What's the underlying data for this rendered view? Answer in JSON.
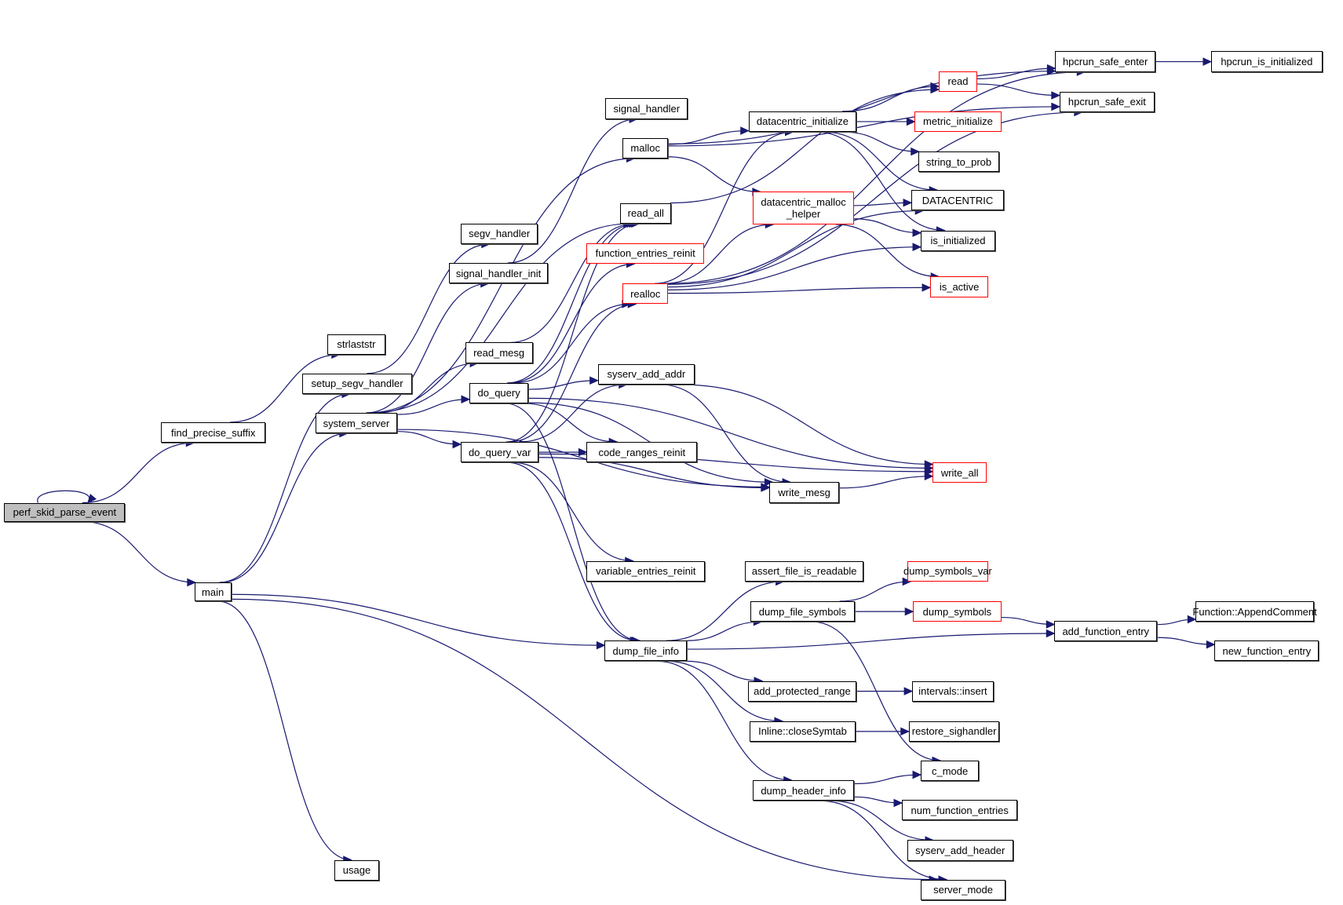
{
  "diagram": {
    "type": "call-graph",
    "root": "perf_skid_parse_event",
    "colors": {
      "edge": "#191970",
      "node_border": "#000000",
      "truncated_border": "#ff0000",
      "root_fill": "#bfbfbf"
    },
    "nodes": [
      {
        "id": "perf_skid_parse_event",
        "label": "perf_skid_parse_event",
        "style": "root"
      },
      {
        "id": "find_precise_suffix",
        "label": "find_precise_suffix",
        "style": "normal"
      },
      {
        "id": "main",
        "label": "main",
        "style": "normal"
      },
      {
        "id": "strlaststr",
        "label": "strlaststr",
        "style": "normal"
      },
      {
        "id": "setup_segv_handler",
        "label": "setup_segv_handler",
        "style": "normal"
      },
      {
        "id": "system_server",
        "label": "system_server",
        "style": "normal"
      },
      {
        "id": "usage",
        "label": "usage",
        "style": "normal"
      },
      {
        "id": "segv_handler",
        "label": "segv_handler",
        "style": "normal"
      },
      {
        "id": "signal_handler_init",
        "label": "signal_handler_init",
        "style": "normal"
      },
      {
        "id": "read_mesg",
        "label": "read_mesg",
        "style": "normal"
      },
      {
        "id": "do_query",
        "label": "do_query",
        "style": "normal"
      },
      {
        "id": "do_query_var",
        "label": "do_query_var",
        "style": "normal"
      },
      {
        "id": "signal_handler",
        "label": "signal_handler",
        "style": "normal"
      },
      {
        "id": "malloc",
        "label": "malloc",
        "style": "normal"
      },
      {
        "id": "read_all",
        "label": "read_all",
        "style": "normal"
      },
      {
        "id": "function_entries_reinit",
        "label": "function_entries_reinit",
        "style": "truncated"
      },
      {
        "id": "realloc",
        "label": "realloc",
        "style": "truncated"
      },
      {
        "id": "syserv_add_addr",
        "label": "syserv_add_addr",
        "style": "normal"
      },
      {
        "id": "code_ranges_reinit",
        "label": "code_ranges_reinit",
        "style": "normal"
      },
      {
        "id": "variable_entries_reinit",
        "label": "variable_entries_reinit",
        "style": "normal"
      },
      {
        "id": "dump_file_info",
        "label": "dump_file_info",
        "style": "normal"
      },
      {
        "id": "datacentric_initialize",
        "label": "datacentric_initialize",
        "style": "normal"
      },
      {
        "id": "datacentric_malloc_helper",
        "label": "datacentric_malloc\n_helper",
        "style": "truncated"
      },
      {
        "id": "write_mesg",
        "label": "write_mesg",
        "style": "normal"
      },
      {
        "id": "assert_file_is_readable",
        "label": "assert_file_is_readable",
        "style": "normal"
      },
      {
        "id": "dump_file_symbols",
        "label": "dump_file_symbols",
        "style": "normal"
      },
      {
        "id": "add_protected_range",
        "label": "add_protected_range",
        "style": "normal"
      },
      {
        "id": "Inline::closeSymtab",
        "label": "Inline::closeSymtab",
        "style": "normal"
      },
      {
        "id": "dump_header_info",
        "label": "dump_header_info",
        "style": "normal"
      },
      {
        "id": "read",
        "label": "read",
        "style": "truncated"
      },
      {
        "id": "metric_initialize",
        "label": "metric_initialize",
        "style": "truncated"
      },
      {
        "id": "string_to_prob",
        "label": "string_to_prob",
        "style": "normal"
      },
      {
        "id": "DATACENTRIC",
        "label": "DATACENTRIC",
        "style": "normal"
      },
      {
        "id": "is_initialized",
        "label": "is_initialized",
        "style": "normal"
      },
      {
        "id": "is_active",
        "label": "is_active",
        "style": "truncated"
      },
      {
        "id": "write_all",
        "label": "write_all",
        "style": "truncated"
      },
      {
        "id": "dump_symbols_var",
        "label": "dump_symbols_var",
        "style": "truncated"
      },
      {
        "id": "dump_symbols",
        "label": "dump_symbols",
        "style": "truncated"
      },
      {
        "id": "intervals::insert",
        "label": "intervals::insert",
        "style": "normal"
      },
      {
        "id": "restore_sighandler",
        "label": "restore_sighandler",
        "style": "normal"
      },
      {
        "id": "c_mode",
        "label": "c_mode",
        "style": "normal"
      },
      {
        "id": "num_function_entries",
        "label": "num_function_entries",
        "style": "normal"
      },
      {
        "id": "syserv_add_header",
        "label": "syserv_add_header",
        "style": "normal"
      },
      {
        "id": "server_mode",
        "label": "server_mode",
        "style": "normal"
      },
      {
        "id": "hpcrun_safe_enter",
        "label": "hpcrun_safe_enter",
        "style": "normal"
      },
      {
        "id": "hpcrun_safe_exit",
        "label": "hpcrun_safe_exit",
        "style": "normal"
      },
      {
        "id": "hpcrun_is_initialized",
        "label": "hpcrun_is_initialized",
        "style": "normal"
      },
      {
        "id": "add_function_entry",
        "label": "add_function_entry",
        "style": "normal"
      },
      {
        "id": "Function::AppendComment",
        "label": "Function::AppendComment",
        "style": "normal"
      },
      {
        "id": "new_function_entry",
        "label": "new_function_entry",
        "style": "normal"
      }
    ],
    "edges": [
      [
        "perf_skid_parse_event",
        "perf_skid_parse_event"
      ],
      [
        "perf_skid_parse_event",
        "find_precise_suffix"
      ],
      [
        "perf_skid_parse_event",
        "main"
      ],
      [
        "find_precise_suffix",
        "strlaststr"
      ],
      [
        "main",
        "setup_segv_handler"
      ],
      [
        "main",
        "system_server"
      ],
      [
        "main",
        "usage"
      ],
      [
        "main",
        "dump_file_info"
      ],
      [
        "main",
        "server_mode"
      ],
      [
        "setup_segv_handler",
        "segv_handler"
      ],
      [
        "system_server",
        "signal_handler_init"
      ],
      [
        "system_server",
        "read_mesg"
      ],
      [
        "system_server",
        "do_query"
      ],
      [
        "system_server",
        "do_query_var"
      ],
      [
        "system_server",
        "malloc"
      ],
      [
        "system_server",
        "read_all"
      ],
      [
        "system_server",
        "write_mesg"
      ],
      [
        "signal_handler_init",
        "signal_handler"
      ],
      [
        "read_mesg",
        "read_all"
      ],
      [
        "do_query",
        "read_all"
      ],
      [
        "do_query",
        "function_entries_reinit"
      ],
      [
        "do_query",
        "syserv_add_addr"
      ],
      [
        "do_query",
        "code_ranges_reinit"
      ],
      [
        "do_query",
        "write_mesg"
      ],
      [
        "do_query",
        "write_all"
      ],
      [
        "do_query",
        "dump_file_info"
      ],
      [
        "do_query",
        "realloc"
      ],
      [
        "do_query_var",
        "read_all"
      ],
      [
        "do_query_var",
        "realloc"
      ],
      [
        "do_query_var",
        "syserv_add_addr"
      ],
      [
        "do_query_var",
        "code_ranges_reinit"
      ],
      [
        "do_query_var",
        "write_mesg"
      ],
      [
        "do_query_var",
        "write_all"
      ],
      [
        "do_query_var",
        "variable_entries_reinit"
      ],
      [
        "do_query_var",
        "dump_file_info"
      ],
      [
        "malloc",
        "datacentric_initialize"
      ],
      [
        "malloc",
        "datacentric_malloc_helper"
      ],
      [
        "malloc",
        "hpcrun_safe_enter"
      ],
      [
        "malloc",
        "hpcrun_safe_exit"
      ],
      [
        "read_all",
        "read"
      ],
      [
        "realloc",
        "datacentric_initialize"
      ],
      [
        "realloc",
        "datacentric_malloc_helper"
      ],
      [
        "realloc",
        "DATACENTRIC"
      ],
      [
        "realloc",
        "is_initialized"
      ],
      [
        "realloc",
        "is_active"
      ],
      [
        "realloc",
        "hpcrun_safe_enter"
      ],
      [
        "realloc",
        "hpcrun_safe_exit"
      ],
      [
        "syserv_add_addr",
        "write_mesg"
      ],
      [
        "syserv_add_addr",
        "write_all"
      ],
      [
        "write_mesg",
        "write_all"
      ],
      [
        "datacentric_initialize",
        "read"
      ],
      [
        "datacentric_initialize",
        "metric_initialize"
      ],
      [
        "datacentric_initialize",
        "string_to_prob"
      ],
      [
        "datacentric_initialize",
        "DATACENTRIC"
      ],
      [
        "datacentric_initialize",
        "is_initialized"
      ],
      [
        "datacentric_malloc_helper",
        "DATACENTRIC"
      ],
      [
        "datacentric_malloc_helper",
        "is_initialized"
      ],
      [
        "datacentric_malloc_helper",
        "is_active"
      ],
      [
        "read",
        "hpcrun_safe_enter"
      ],
      [
        "read",
        "hpcrun_safe_exit"
      ],
      [
        "hpcrun_safe_enter",
        "hpcrun_is_initialized"
      ],
      [
        "dump_file_info",
        "assert_file_is_readable"
      ],
      [
        "dump_file_info",
        "dump_file_symbols"
      ],
      [
        "dump_file_info",
        "add_function_entry"
      ],
      [
        "dump_file_info",
        "add_protected_range"
      ],
      [
        "dump_file_info",
        "Inline::closeSymtab"
      ],
      [
        "dump_file_info",
        "dump_header_info"
      ],
      [
        "dump_file_symbols",
        "dump_symbols_var"
      ],
      [
        "dump_file_symbols",
        "dump_symbols"
      ],
      [
        "dump_file_symbols",
        "c_mode"
      ],
      [
        "dump_symbols",
        "add_function_entry"
      ],
      [
        "add_function_entry",
        "Function::AppendComment"
      ],
      [
        "add_function_entry",
        "new_function_entry"
      ],
      [
        "add_protected_range",
        "intervals::insert"
      ],
      [
        "Inline::closeSymtab",
        "restore_sighandler"
      ],
      [
        "dump_header_info",
        "c_mode"
      ],
      [
        "dump_header_info",
        "num_function_entries"
      ],
      [
        "dump_header_info",
        "syserv_add_header"
      ],
      [
        "dump_header_info",
        "server_mode"
      ]
    ]
  }
}
